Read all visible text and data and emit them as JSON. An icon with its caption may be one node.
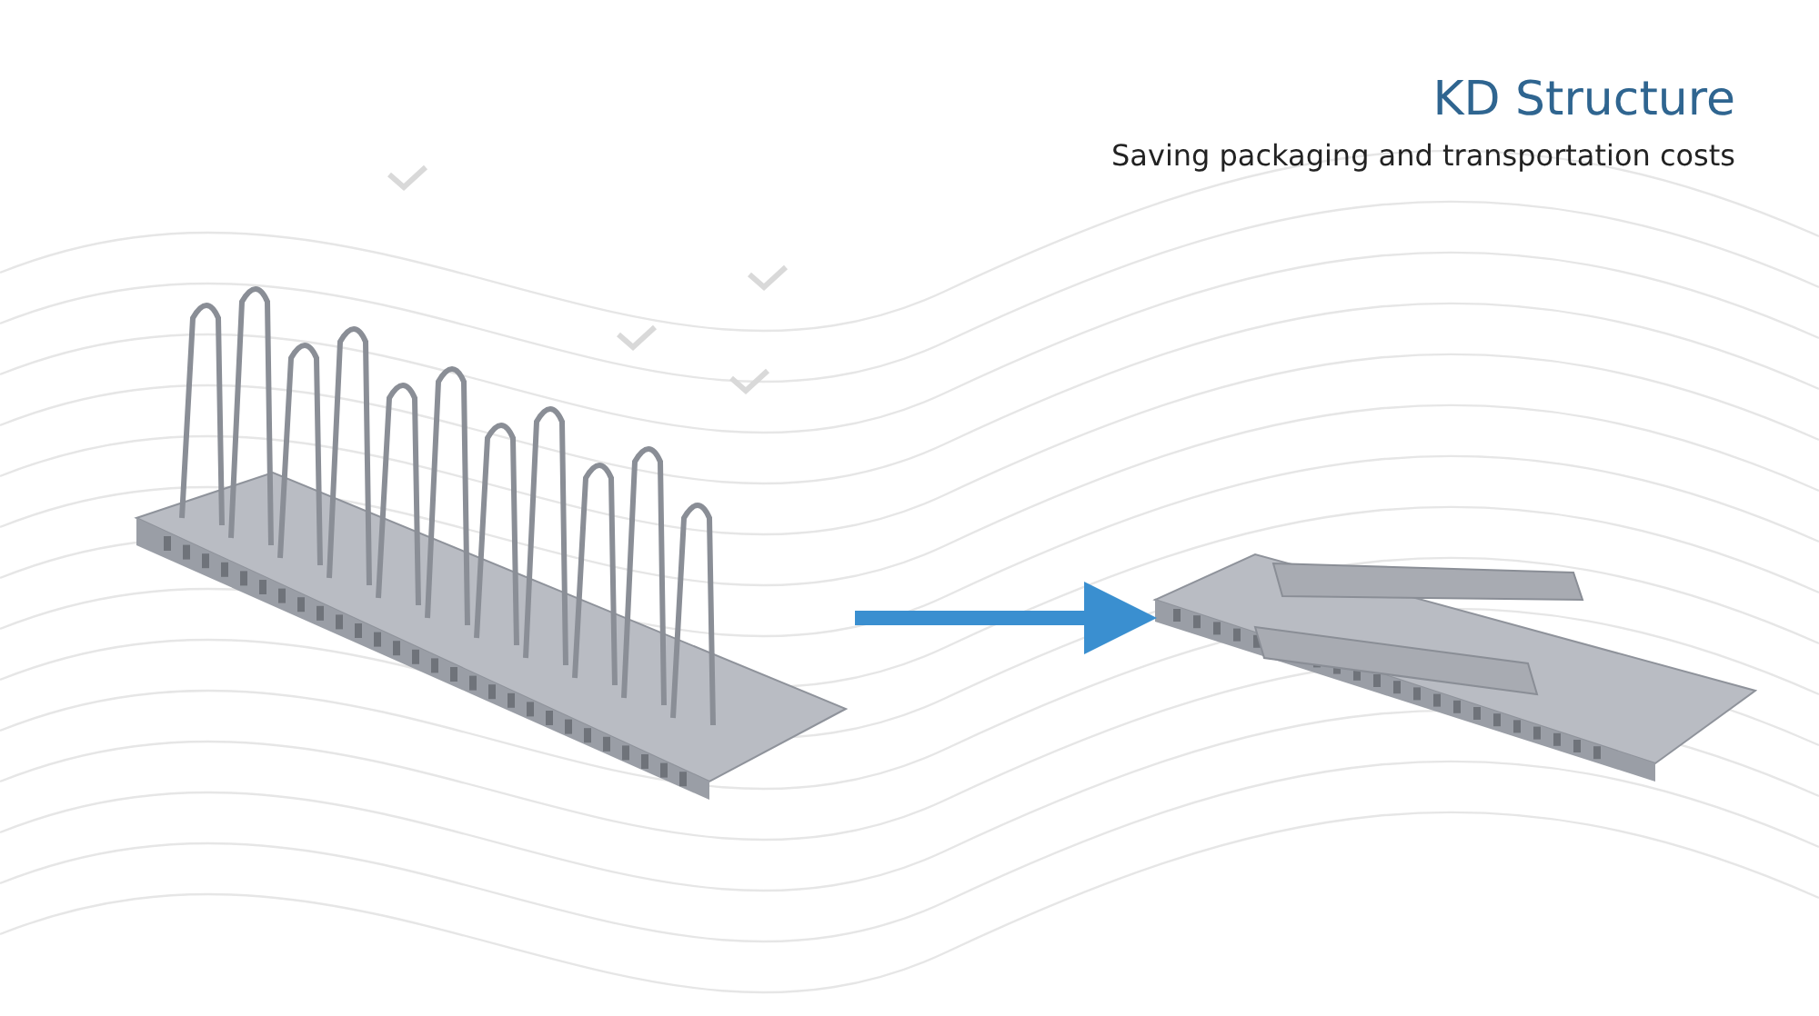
{
  "diagram": {
    "title": "KD Structure",
    "nodes": [
      {
        "text": [],
        "shape": "picture"
      },
      {
        "text": [],
        "shape": "picture"
      }
    ],
    "edges": [
      {
        "from": 0,
        "to": 1,
        "arrow": "to"
      }
    ],
    "labels": [
      "Saving packaging and transportation costs"
    ]
  }
}
